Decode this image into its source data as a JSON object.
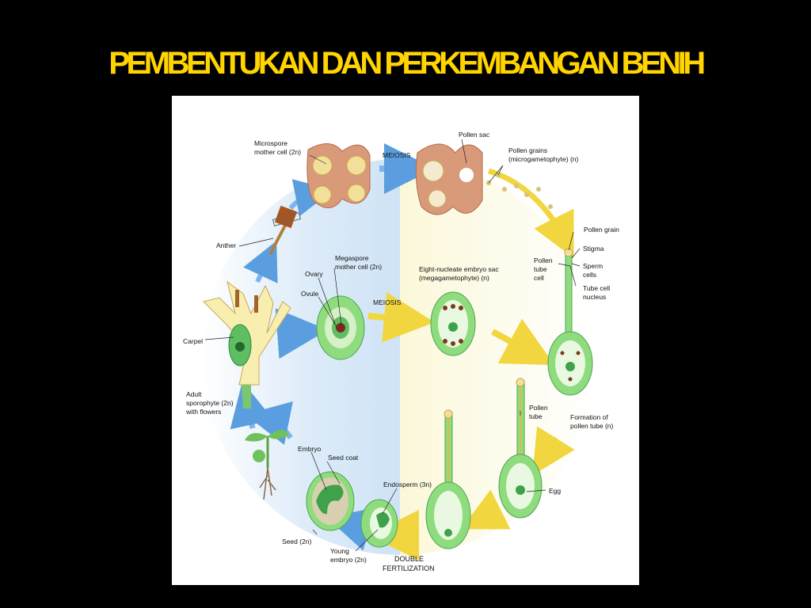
{
  "slide": {
    "title": "PEMBENTUKAN DAN PERKEMBANGAN BENIH"
  },
  "diagram": {
    "labels": {
      "microspore_mother_cell_1": "Microspore",
      "microspore_mother_cell_2": "mother cell (2n)",
      "meiosis_top": "MEIOSIS",
      "pollen_sac": "Pollen sac",
      "pollen_grains_1": "Pollen grains",
      "pollen_grains_2": "(microgametophyte) (n)",
      "pollen_grain": "Pollen grain",
      "stigma": "Stigma",
      "pollen_tube_cell_1": "Pollen",
      "pollen_tube_cell_2": "tube",
      "pollen_tube_cell_3": "cell",
      "sperm_cells_1": "Sperm",
      "sperm_cells_2": "cells",
      "tube_cell_nucleus_1": "Tube cell",
      "tube_cell_nucleus_2": "nucleus",
      "anther": "Anther",
      "ovary": "Ovary",
      "ovule": "Ovule",
      "megaspore_mother_cell_1": "Megaspore",
      "megaspore_mother_cell_2": "mother cell (2n)",
      "meiosis_mid": "MEIOSIS",
      "embryo_sac_1": "Eight-nucleate embryo sac",
      "embryo_sac_2": "(megagametophyte) (n)",
      "carpel": "Carpel",
      "adult_sporophyte_1": "Adult",
      "adult_sporophyte_2": "sporophyte (2n)",
      "adult_sporophyte_3": "with flowers",
      "pollen_tube_1": "Pollen",
      "pollen_tube_2": "tube",
      "formation_1": "Formation of",
      "formation_2": "pollen tube (n)",
      "embryo": "Embryo",
      "seed_coat": "Seed coat",
      "egg": "Egg",
      "endosperm": "Endosperm (3n)",
      "seed": "Seed (2n)",
      "young_embryo_1": "Young",
      "young_embryo_2": "embryo (2n)",
      "double_fert_1": "DOUBLE",
      "double_fert_2": "FERTILIZATION"
    }
  }
}
